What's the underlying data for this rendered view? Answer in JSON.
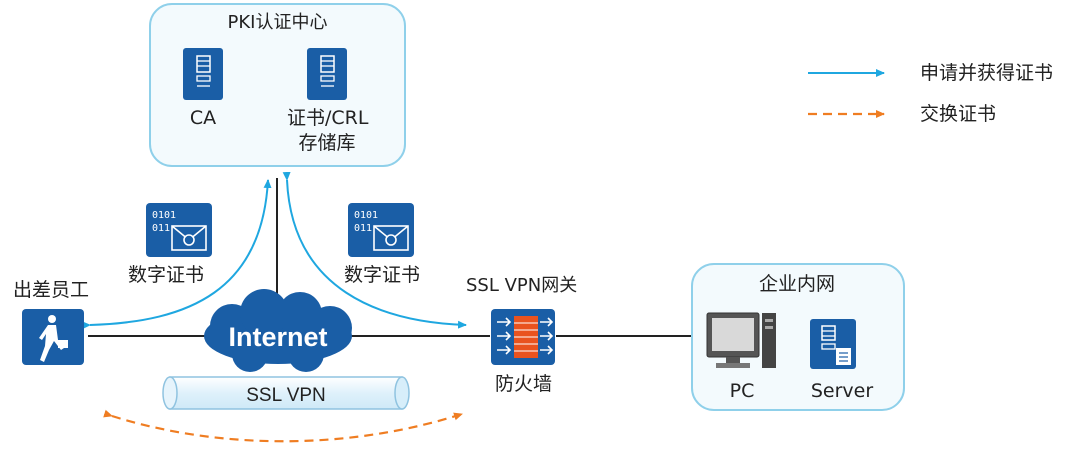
{
  "legend": {
    "request_label": "申请并获得证书",
    "exchange_label": "交换证书",
    "request_color": "#1fa7e0",
    "exchange_color": "#ef7d22"
  },
  "pki": {
    "title": "PKI认证中心",
    "ca_label": "CA",
    "store_label_line1": "证书/CRL",
    "store_label_line2": "存储库"
  },
  "nodes": {
    "remote_user": "出差员工",
    "internet": "Internet",
    "ssl_vpn_tunnel": "SSL VPN",
    "gateway_title": "SSL VPN网关",
    "firewall": "防火墙",
    "intranet_title": "企业内网",
    "pc": "PC",
    "server": "Server"
  },
  "certificates": {
    "left_label": "数字证书",
    "right_label": "数字证书",
    "binary_line1": "0101",
    "binary_line2": "011"
  },
  "colors": {
    "icon_blue": "#1a5ea6",
    "box_border": "#8fd0ea",
    "box_fill": "#f3fafd",
    "cloud": "#1a5ea6"
  }
}
